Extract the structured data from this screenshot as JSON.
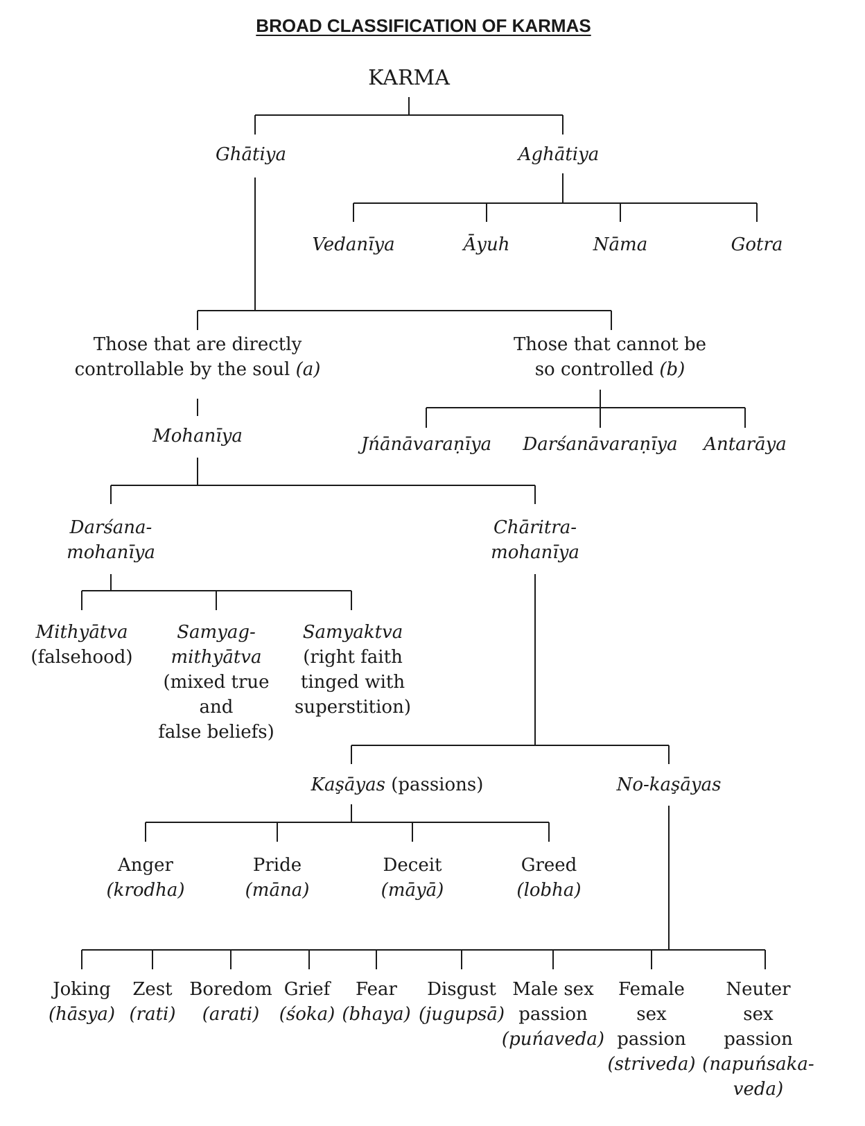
{
  "title": "BROAD CLASSIFICATION OF KARMAS",
  "nodes": {
    "karma": "KARMA",
    "ghatiya": "Ghātiya",
    "aghatiya": "Aghātiya",
    "vedaniya": "Vedanīya",
    "ayuh": "Āyuh",
    "nama": "Nāma",
    "gotra": "Gotra",
    "controllable_1": "Those that are directly",
    "controllable_2": "controllable by the soul",
    "controllable_tag": "(a)",
    "noncontrol_1": "Those that cannot be",
    "noncontrol_2": "so controlled",
    "noncontrol_tag": "(b)",
    "mohaniya": "Mohanīya",
    "jnana": "Jńānāvaraṇīya",
    "darsanavaraniya": "Darśanāvaraṇīya",
    "antaraya": "Antarāya",
    "darsana_1": "Darśana-",
    "darsana_2": "mohanīya",
    "charitra_1": "Chāritra-",
    "charitra_2": "mohanīya",
    "mithyatva": "Mithyātva",
    "mithyatva_gloss": "(falsehood)",
    "samyag_1": "Samyag-",
    "samyag_2": "mithyātva",
    "samyag_gloss_1": "(mixed true",
    "samyag_gloss_2": "and",
    "samyag_gloss_3": "false beliefs)",
    "samyaktva": "Samyaktva",
    "samyaktva_gloss_1": "(right faith",
    "samyaktva_gloss_2": "tinged with",
    "samyaktva_gloss_3": "superstition)",
    "kasayas": "Kaşāyas",
    "kasayas_gloss": "(passions)",
    "nokasayas": "No-kaşāyas",
    "anger": "Anger",
    "anger_skt": "(krodha)",
    "pride": "Pride",
    "pride_skt": "(māna)",
    "deceit": "Deceit",
    "deceit_skt": "(māyā)",
    "greed": "Greed",
    "greed_skt": "(lobha)",
    "joking": "Joking",
    "joking_skt": "(hāsya)",
    "zest": "Zest",
    "zest_skt": "(rati)",
    "boredom": "Boredom",
    "boredom_skt": "(arati)",
    "grief": "Grief",
    "grief_skt": "(śoka)",
    "fear": "Fear",
    "fear_skt": "(bhaya)",
    "disgust": "Disgust",
    "disgust_skt": "(jugupsā)",
    "male_1": "Male sex",
    "male_2": "passion",
    "male_skt": "(puńaveda)",
    "female_1": "Female",
    "female_2": "sex",
    "female_3": "passion",
    "female_skt": "(striveda)",
    "neuter_1": "Neuter",
    "neuter_2": "sex",
    "neuter_3": "passion",
    "neuter_skt_1": "(napuńsaka-",
    "neuter_skt_2": "veda)"
  },
  "line_color": "#1a1a1a"
}
